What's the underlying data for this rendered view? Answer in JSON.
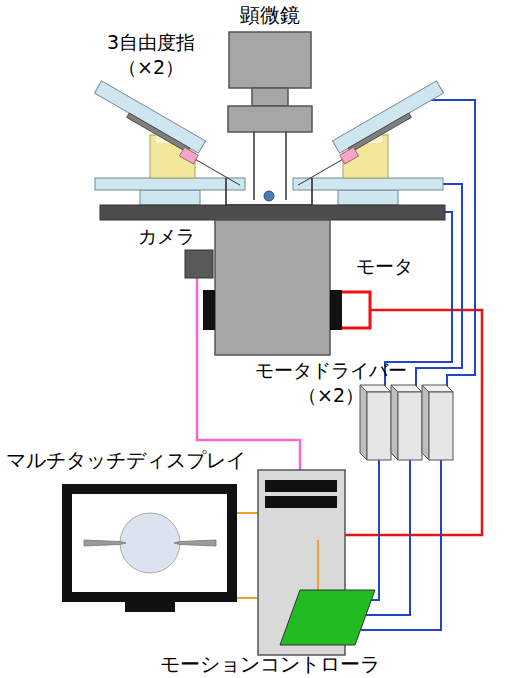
{
  "diagram": {
    "labels": [
      "顕微鏡",
      "3自由度指 （×2）",
      "カメラ",
      "モータ",
      "モータドライバー （×2）",
      "マルチタッチディスプレイ",
      "モーションコントローラ"
    ]
  }
}
